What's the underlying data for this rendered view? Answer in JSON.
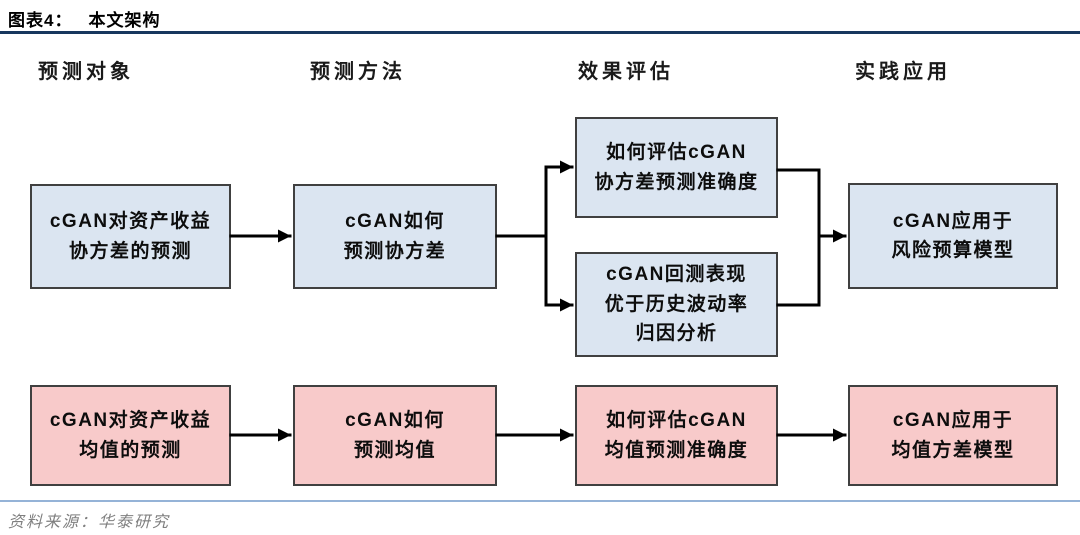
{
  "header": {
    "figure_label": "图表4：",
    "title": "本文架构"
  },
  "columns": [
    {
      "label": "预测对象"
    },
    {
      "label": "预测方法"
    },
    {
      "label": "效果评估"
    },
    {
      "label": "实践应用"
    }
  ],
  "nodes": {
    "cov_target": {
      "text": "cGAN对资产收益\n协方差的预测"
    },
    "cov_method": {
      "text": "cGAN如何\n预测协方差"
    },
    "cov_eval_accuracy": {
      "text": "如何评估cGAN\n协方差预测准确度"
    },
    "cov_eval_backtest": {
      "text": "cGAN回测表现\n优于历史波动率\n归因分析"
    },
    "cov_application": {
      "text": "cGAN应用于\n风险预算模型"
    },
    "mean_target": {
      "text": "cGAN对资产收益\n均值的预测"
    },
    "mean_method": {
      "text": "cGAN如何\n预测均值"
    },
    "mean_eval": {
      "text": "如何评估cGAN\n均值预测准确度"
    },
    "mean_application": {
      "text": "cGAN应用于\n均值方差模型"
    }
  },
  "colors": {
    "blue_fill": "#dbe5f1",
    "pink_fill": "#f8caca",
    "node_border": "#404040",
    "title_rule": "#17375e",
    "footer_rule": "#95b3d7",
    "arrow": "#000000"
  },
  "footer": {
    "source": "资料来源：华泰研究"
  }
}
